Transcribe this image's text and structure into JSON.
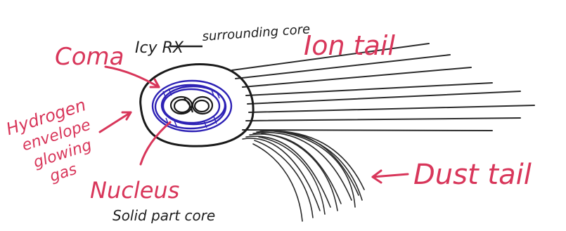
{
  "labels": {
    "coma": "Coma",
    "core_label_struck": "Icy RX",
    "core_label": "surrounding core",
    "ion_tail": "Ion tail",
    "hydrogen_envelope": [
      "Hydrogen",
      "envelope",
      "glowing",
      "gas"
    ],
    "nucleus": "Nucleus",
    "nucleus_note": "Solid part core",
    "dust_tail": "Dust tail"
  },
  "colors": {
    "label_red": "#d8365a",
    "coma_blue": "#2d21b5",
    "ink": "#1f1f1f",
    "background": "#ffffff"
  },
  "icons": {
    "arrows": "hand-drawn-arrow",
    "nucleus": "scribbled-circles"
  }
}
